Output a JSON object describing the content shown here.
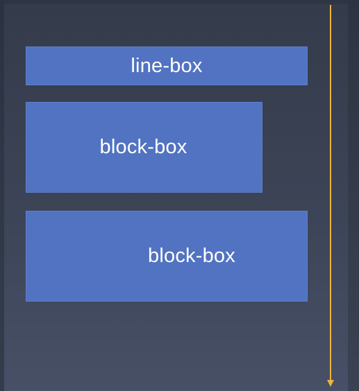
{
  "boxes": [
    {
      "label": "line-box"
    },
    {
      "label": "block-box"
    },
    {
      "label": "block-box"
    }
  ],
  "colors": {
    "background": "#3c4457",
    "box_fill": "#5273c1",
    "box_text": "#ffffff",
    "arrow": "#f0b43a"
  },
  "arrow": {
    "direction": "down"
  }
}
